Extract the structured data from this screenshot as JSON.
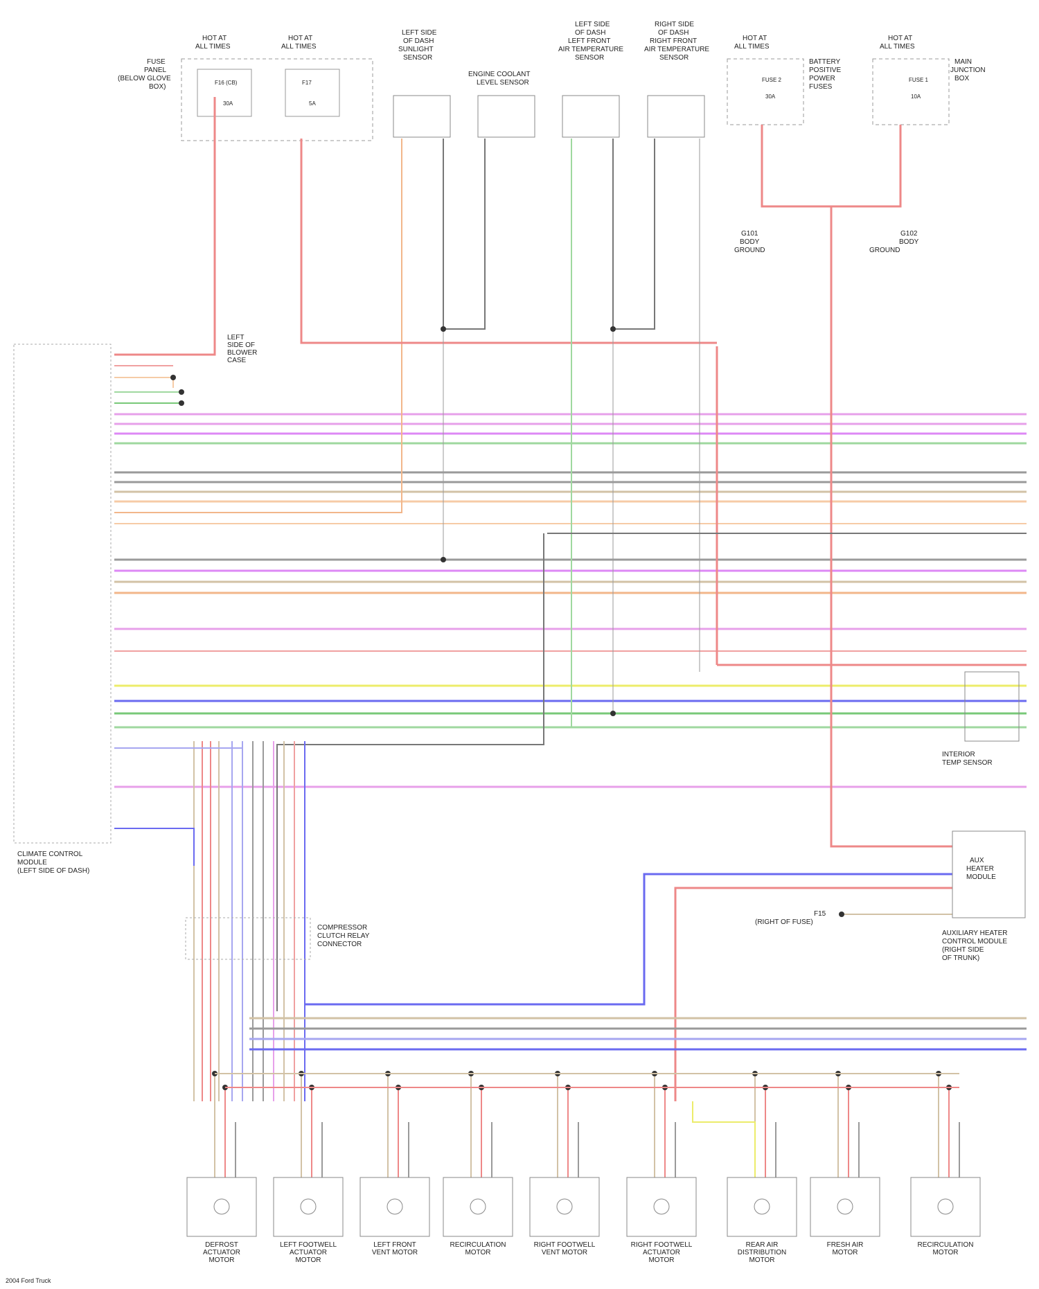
{
  "components": {
    "fuse_panel_left": {
      "hot_label_1": [
        "HOT AT",
        "ALL TIMES"
      ],
      "hot_label_2": [
        "HOT AT",
        "ALL TIMES"
      ],
      "fuse_1": "F16 (CB)",
      "fuse_2": "F17",
      "amps_1": "30A",
      "amps_2": "5A",
      "panel_name": [
        "FUSE",
        "PANEL",
        "(BELOW GLOVE",
        "BOX)"
      ]
    },
    "sensors_top": [
      [
        "LEFT SIDE",
        "OF DASH",
        "SUNLIGHT",
        "SENSOR"
      ],
      [
        "ENGINE COOLANT",
        "LEVEL SENSOR"
      ],
      [
        "LEFT SIDE",
        "OF DASH",
        "LEFT FRONT",
        "AIR TEMPERATURE",
        "SENSOR"
      ],
      [
        "RIGHT SIDE",
        "OF DASH",
        "RIGHT FRONT",
        "AIR TEMPERATURE",
        "SENSOR"
      ]
    ],
    "fuse_panel_right": {
      "hot_label_1": [
        "HOT AT",
        "ALL TIMES"
      ],
      "hot_label_2": [
        "HOT AT",
        "ALL TIMES"
      ],
      "fuse_1": "FUSE 2",
      "fuse_2": "FUSE 1",
      "amps_1": "30A",
      "amps_2": "10A",
      "panel_1_name": [
        "BATTERY",
        "POSITIVE",
        "POWER",
        "FUSES"
      ],
      "panel_2_name": [
        "MAIN",
        "JUNCTION",
        "BOX"
      ]
    },
    "ground_label_1": [
      "G101",
      "BODY",
      "GROUND"
    ],
    "ground_label_2": [
      "G102",
      "BODY",
      "GROUND"
    ],
    "control_module": [
      "CLIMATE CONTROL",
      "MODULE",
      "(LEFT SIDE OF DASH)"
    ],
    "ground_note": [
      "LEFT",
      "SIDE OF",
      "BLOWER",
      "CASE"
    ],
    "interior_sensor": [
      "INTERIOR",
      "TEMP SENSOR"
    ],
    "aux_module": [
      "AUX",
      "HEATER",
      "MODULE"
    ],
    "aux_module_caption": [
      "AUXILIARY HEATER",
      "CONTROL MODULE",
      "(RIGHT SIDE",
      "OF TRUNK)"
    ],
    "fuse_small": [
      "F15",
      "(RIGHT OF FUSE)"
    ],
    "connector_label": [
      "COMPRESSOR",
      "CLUTCH RELAY",
      "CONNECTOR"
    ],
    "motors": [
      [
        "DEFROST",
        "ACTUATOR",
        "MOTOR"
      ],
      [
        "LEFT FOOTWELL",
        "ACTUATOR",
        "MOTOR"
      ],
      [
        "LEFT FRONT",
        "VENT MOTOR"
      ],
      [
        "RECIRCULATION",
        "MOTOR"
      ],
      [
        "RIGHT FOOTWELL",
        "VENT MOTOR"
      ],
      [
        "RIGHT FOOTWELL",
        "ACTUATOR",
        "MOTOR"
      ],
      [
        "REAR AIR",
        "DISTRIBUTION",
        "MOTOR"
      ],
      [
        "FRESH AIR",
        "MOTOR"
      ],
      [
        "RECIRCULATION",
        "MOTOR"
      ]
    ],
    "footer": "2004 Ford Truck"
  },
  "colors": {
    "red": "#ee8888",
    "pink": "#f0a0a0",
    "magenta": "#e7a0ea",
    "violet": "#dd88f5",
    "green": "#9fd89f",
    "green_dark": "#78c878",
    "gray": "#9a9a9a",
    "gray_dark": "#777777",
    "tan": "#d2c2a6",
    "orange": "#f2b68a",
    "orange_light": "#f6cba6",
    "yellow": "#ecec6a",
    "blue": "#6a6af0",
    "blue_light": "#a6a6f0",
    "black": "#444444"
  }
}
